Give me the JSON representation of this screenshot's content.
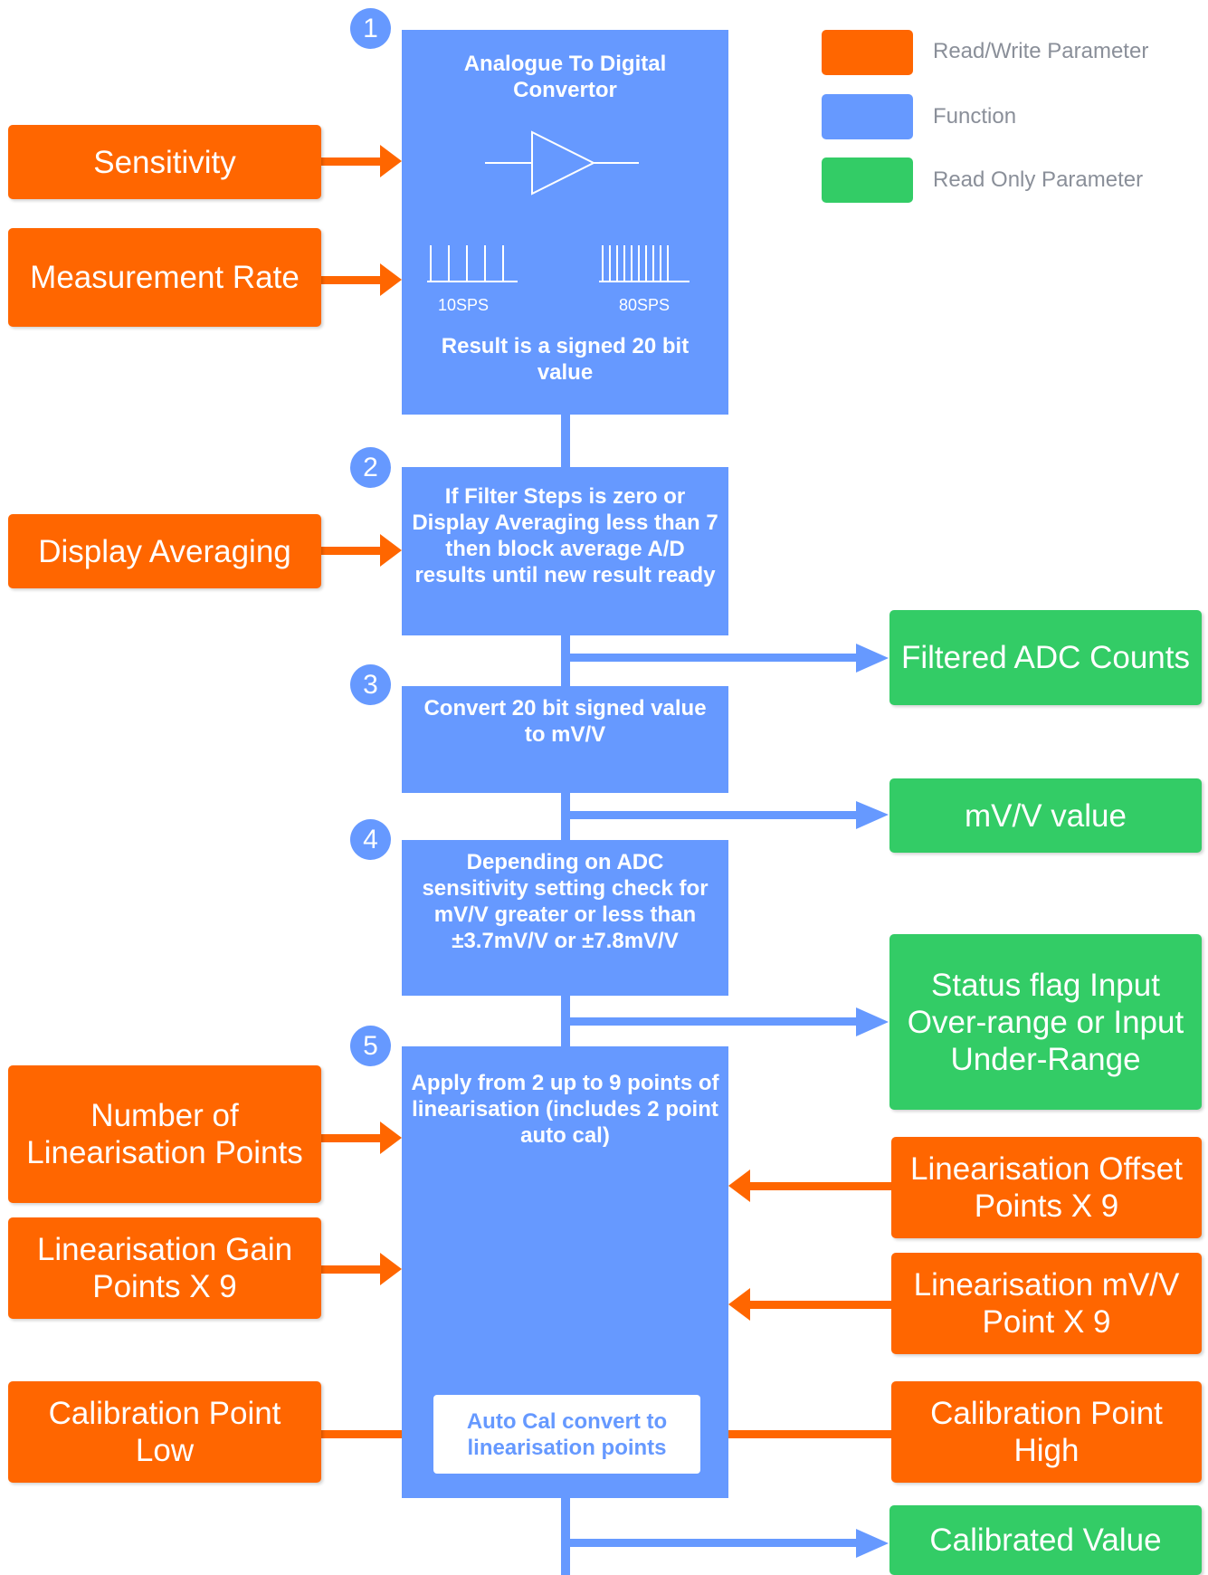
{
  "colors": {
    "read_write": "#FF6600",
    "function": "#6699FF",
    "read_only": "#33CC66"
  },
  "legend": {
    "read_write": "Read/Write Parameter",
    "function": "Function",
    "read_only": "Read Only Parameter"
  },
  "steps": {
    "s1": {
      "number": "1",
      "title": "Analogue To Digital Convertor",
      "rate_low": "10SPS",
      "rate_high": "80SPS",
      "result": "Result is a signed 20 bit value"
    },
    "s2": {
      "number": "2",
      "text": "If Filter Steps is zero or Display Averaging less than 7 then block average A/D results until new result ready"
    },
    "s3": {
      "number": "3",
      "text": "Convert 20 bit signed value to mV/V"
    },
    "s4": {
      "number": "4",
      "text": "Depending on ADC sensitivity setting check for mV/V greater or less than ±3.7mV/V or ±7.8mV/V"
    },
    "s5": {
      "number": "5",
      "text": "Apply from 2 up to 9 points of linearisation (includes 2 point auto cal)",
      "auto_cal": "Auto Cal convert to linearisation points"
    }
  },
  "read_write_inputs": {
    "sensitivity": "Sensitivity",
    "measurement_rate": "Measurement Rate",
    "display_averaging": "Display Averaging",
    "num_lin_points": "Number of Linearisation Points",
    "lin_gain_points": "Linearisation Gain Points X 9",
    "cal_point_low": "Calibration Point Low",
    "lin_offset_points": "Linearisation Offset Points X 9",
    "lin_mvv_point": "Linearisation mV/V Point X 9",
    "cal_point_high": "Calibration Point High"
  },
  "read_only_outputs": {
    "filtered_adc_counts": "Filtered ADC Counts",
    "mvv_value": "mV/V value",
    "status_flag": "Status flag Input Over-range or Input Under-Range",
    "calibrated_value": "Calibrated Value"
  }
}
